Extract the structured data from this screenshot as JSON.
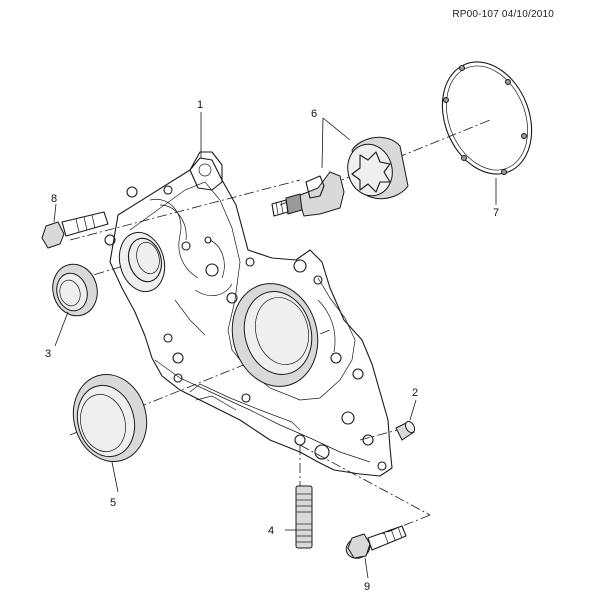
{
  "reference_code": "RP00-107 04/10/2010",
  "callouts": [
    "1",
    "2",
    "3",
    "4",
    "5",
    "6",
    "7",
    "8",
    "9"
  ]
}
